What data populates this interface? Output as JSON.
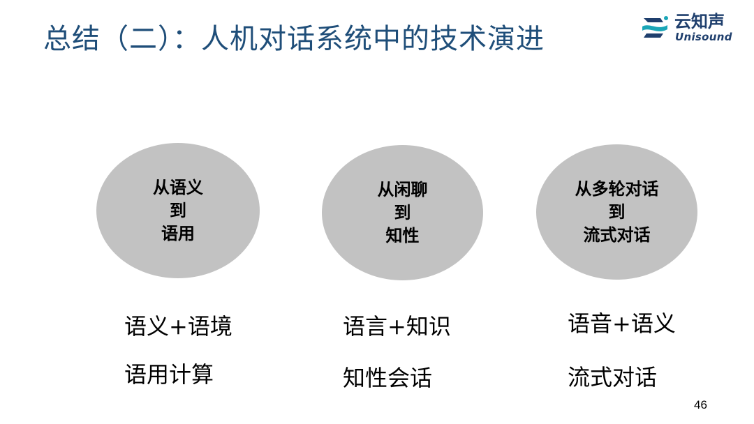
{
  "slide": {
    "title": "总结（二）：人机对话系统中的技术演进",
    "page_number": "46"
  },
  "logo": {
    "cn_name": "云知声",
    "en_name": "Unisound",
    "icon": "unisound-logo-icon",
    "colors": {
      "teal": "#1aa6b7",
      "navy": "#1f3f6d"
    }
  },
  "columns": [
    {
      "circle_lines": [
        "从语义",
        "到",
        "语用"
      ],
      "bullets": [
        "语义+语境",
        "语用计算"
      ]
    },
    {
      "circle_lines": [
        "从闲聊",
        "到",
        "知性"
      ],
      "bullets": [
        "语言+知识",
        "知性会话"
      ]
    },
    {
      "circle_lines": [
        "从多轮对话",
        "到",
        "流式对话"
      ],
      "bullets": [
        "语音+语义",
        "流式对话"
      ]
    }
  ],
  "colors": {
    "title": "#1f4e79",
    "circle_fill": "#c2c2c2"
  }
}
